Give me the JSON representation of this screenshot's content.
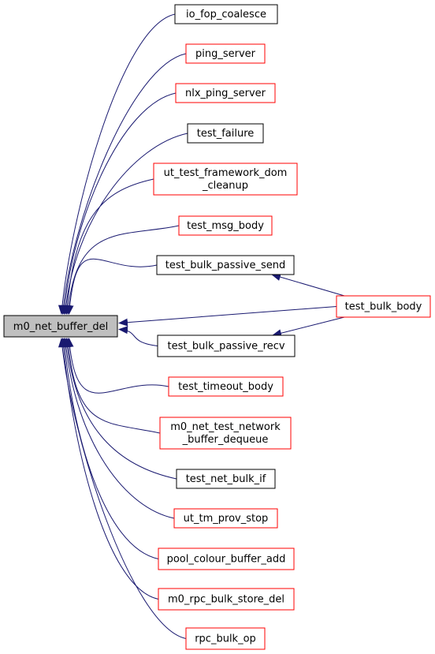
{
  "colors": {
    "edge": "#191970",
    "border_black": "#000000",
    "border_red": "#ff0000",
    "root_fill": "#bfbfbf",
    "node_fill": "#ffffff"
  },
  "root": {
    "label": "m0_net_buffer_del"
  },
  "callers": [
    {
      "id": "io_fop_coalesce",
      "lines": [
        "io_fop_coalesce"
      ],
      "border": "black"
    },
    {
      "id": "ping_server",
      "lines": [
        "ping_server"
      ],
      "border": "red"
    },
    {
      "id": "nlx_ping_server",
      "lines": [
        "nlx_ping_server"
      ],
      "border": "red"
    },
    {
      "id": "test_failure",
      "lines": [
        "test_failure"
      ],
      "border": "black"
    },
    {
      "id": "ut_test_framework_dom_cleanup",
      "lines": [
        "ut_test_framework_dom",
        "_cleanup"
      ],
      "border": "red"
    },
    {
      "id": "test_msg_body",
      "lines": [
        "test_msg_body"
      ],
      "border": "red"
    },
    {
      "id": "test_bulk_passive_send",
      "lines": [
        "test_bulk_passive_send"
      ],
      "border": "black"
    },
    {
      "id": "test_bulk_body",
      "lines": [
        "test_bulk_body"
      ],
      "border": "red"
    },
    {
      "id": "test_bulk_passive_recv",
      "lines": [
        "test_bulk_passive_recv"
      ],
      "border": "black"
    },
    {
      "id": "test_timeout_body",
      "lines": [
        "test_timeout_body"
      ],
      "border": "red"
    },
    {
      "id": "m0_net_test_network_buffer_dequeue",
      "lines": [
        "m0_net_test_network",
        "_buffer_dequeue"
      ],
      "border": "red"
    },
    {
      "id": "test_net_bulk_if",
      "lines": [
        "test_net_bulk_if"
      ],
      "border": "black"
    },
    {
      "id": "ut_tm_prov_stop",
      "lines": [
        "ut_tm_prov_stop"
      ],
      "border": "red"
    },
    {
      "id": "pool_colour_buffer_add",
      "lines": [
        "pool_colour_buffer_add"
      ],
      "border": "red"
    },
    {
      "id": "m0_rpc_bulk_store_del",
      "lines": [
        "m0_rpc_bulk_store_del"
      ],
      "border": "red"
    },
    {
      "id": "rpc_bulk_op",
      "lines": [
        "rpc_bulk_op"
      ],
      "border": "red"
    }
  ],
  "edges": [
    {
      "from": "io_fop_coalesce",
      "to": "root"
    },
    {
      "from": "ping_server",
      "to": "root"
    },
    {
      "from": "nlx_ping_server",
      "to": "root"
    },
    {
      "from": "test_failure",
      "to": "root"
    },
    {
      "from": "ut_test_framework_dom_cleanup",
      "to": "root"
    },
    {
      "from": "test_msg_body",
      "to": "root"
    },
    {
      "from": "test_bulk_passive_send",
      "to": "root"
    },
    {
      "from": "test_bulk_body",
      "to": "root"
    },
    {
      "from": "test_bulk_passive_recv",
      "to": "root"
    },
    {
      "from": "test_timeout_body",
      "to": "root"
    },
    {
      "from": "m0_net_test_network_buffer_dequeue",
      "to": "root"
    },
    {
      "from": "test_net_bulk_if",
      "to": "root"
    },
    {
      "from": "ut_tm_prov_stop",
      "to": "root"
    },
    {
      "from": "pool_colour_buffer_add",
      "to": "root"
    },
    {
      "from": "m0_rpc_bulk_store_del",
      "to": "root"
    },
    {
      "from": "rpc_bulk_op",
      "to": "root"
    },
    {
      "from": "test_bulk_body",
      "to": "test_bulk_passive_send"
    },
    {
      "from": "test_bulk_body",
      "to": "test_bulk_passive_recv"
    }
  ]
}
